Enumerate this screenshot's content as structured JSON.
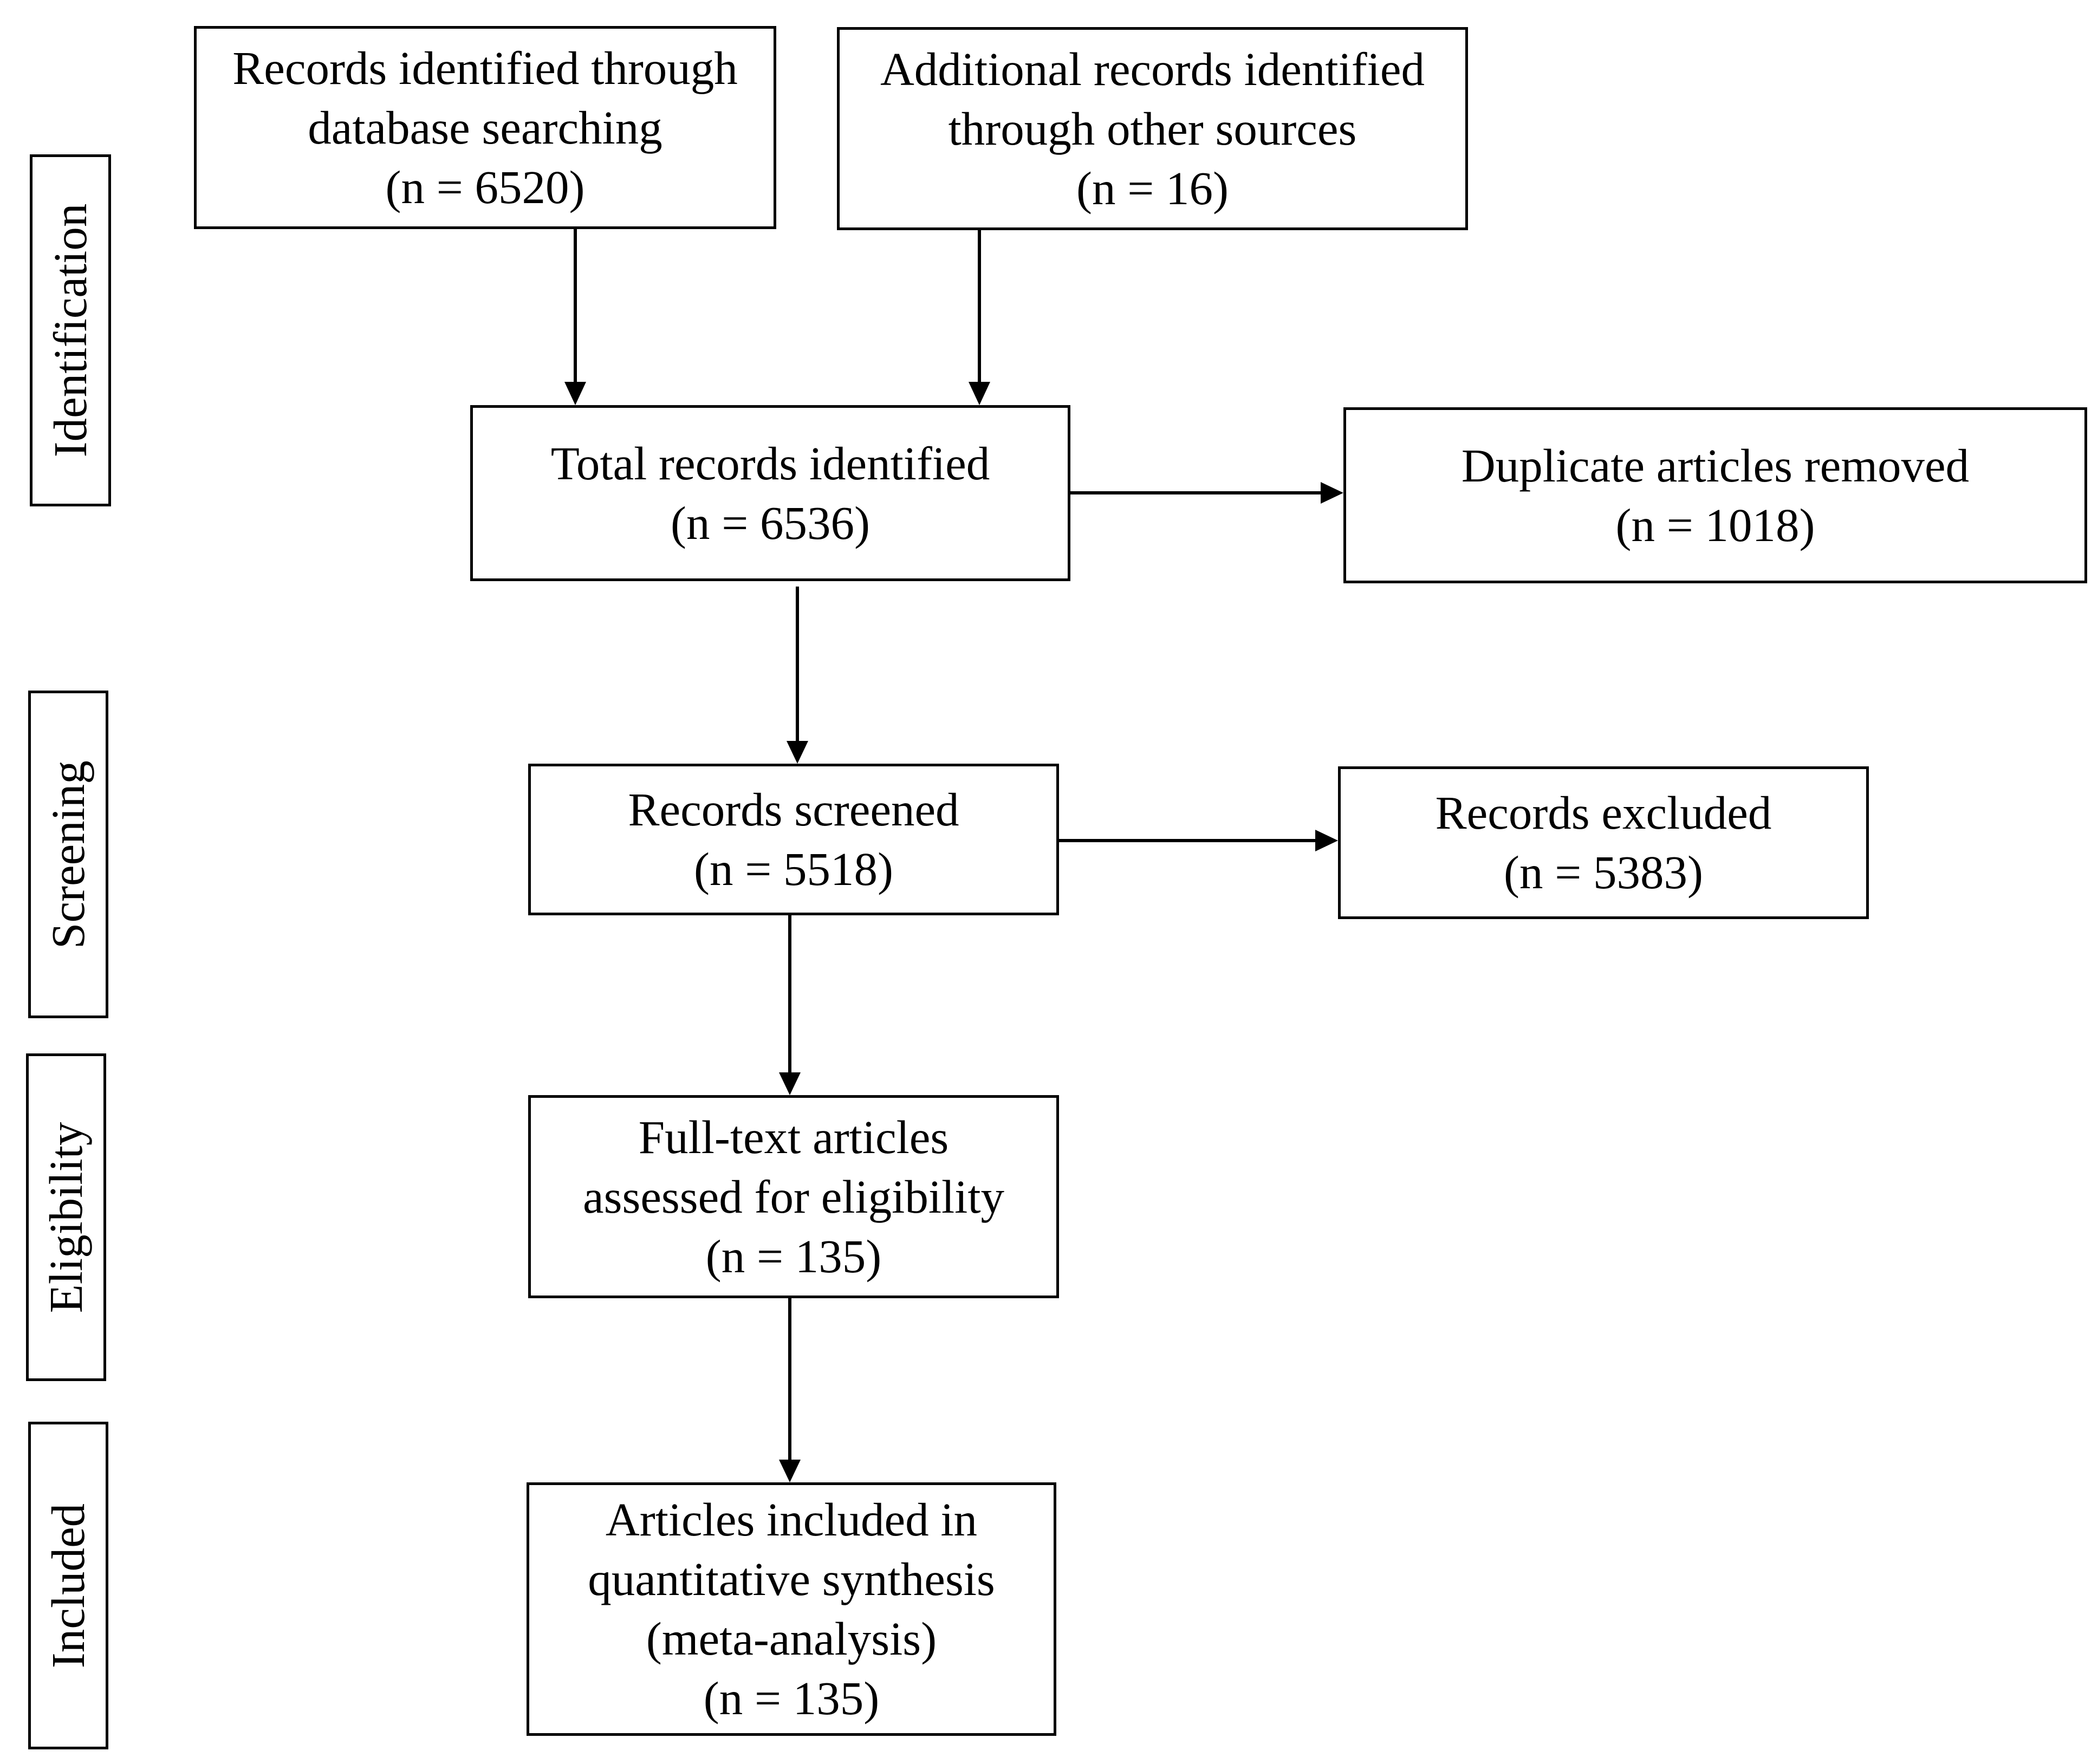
{
  "stages": {
    "identification": "Identification",
    "screening": "Screening",
    "eligibility": "Eligibility",
    "included": "Included"
  },
  "boxes": {
    "database_search": {
      "lines": [
        "Records identified through",
        "database searching",
        "(n = 6520)"
      ],
      "n": 6520
    },
    "other_sources": {
      "lines": [
        "Additional records identified",
        "through other sources",
        "(n = 16)"
      ],
      "n": 16
    },
    "total_identified": {
      "lines": [
        "Total records identified",
        "(n = 6536)"
      ],
      "n": 6536
    },
    "duplicates_removed": {
      "lines": [
        "Duplicate articles removed",
        "(n = 1018)"
      ],
      "n": 1018
    },
    "screened": {
      "lines": [
        "Records screened",
        "(n = 5518)"
      ],
      "n": 5518
    },
    "excluded": {
      "lines": [
        "Records excluded",
        "(n = 5383)"
      ],
      "n": 5383
    },
    "full_text": {
      "lines": [
        "Full-text articles",
        "assessed for eligibility",
        "(n = 135)"
      ],
      "n": 135
    },
    "included": {
      "lines": [
        "Articles included in",
        "quantitative synthesis",
        "(meta-analysis)",
        "(n = 135)"
      ],
      "n": 135
    }
  },
  "connections": [
    {
      "from": "database_search",
      "to": "total_identified"
    },
    {
      "from": "other_sources",
      "to": "total_identified"
    },
    {
      "from": "total_identified",
      "to": "duplicates_removed"
    },
    {
      "from": "total_identified",
      "to": "screened"
    },
    {
      "from": "screened",
      "to": "excluded"
    },
    {
      "from": "screened",
      "to": "full_text"
    },
    {
      "from": "full_text",
      "to": "included"
    }
  ]
}
